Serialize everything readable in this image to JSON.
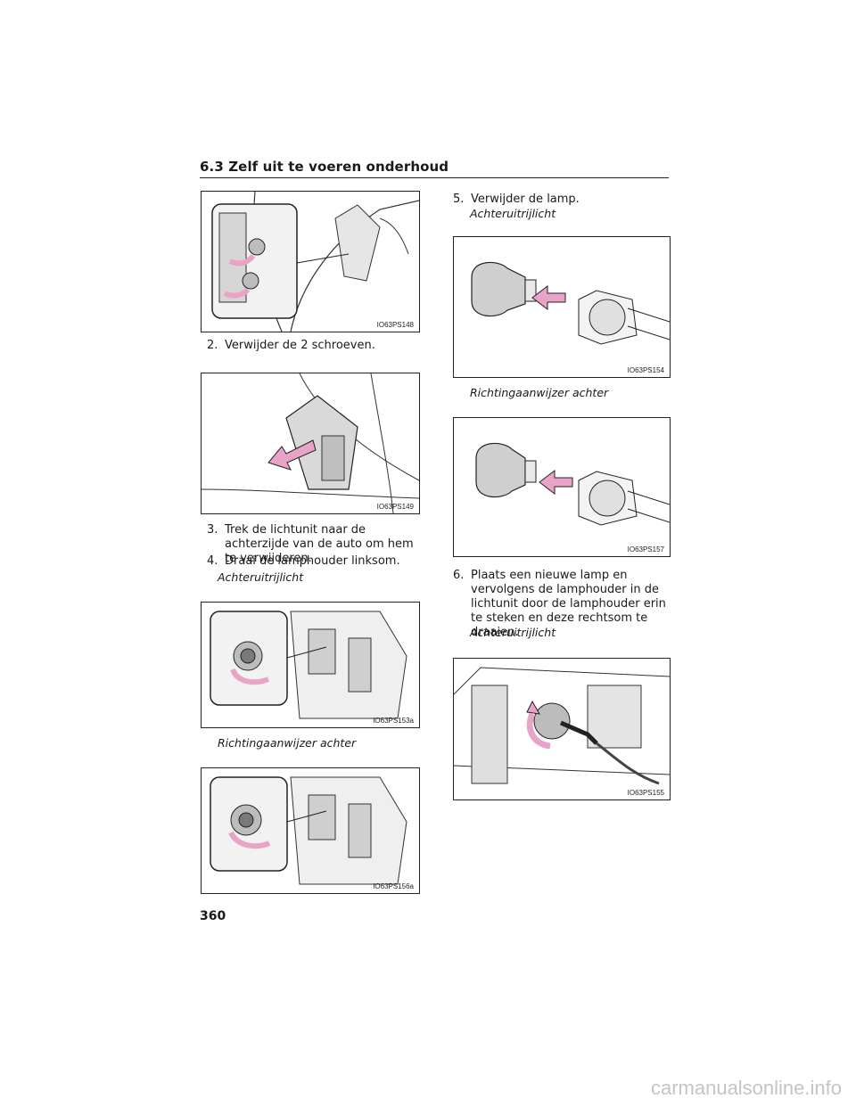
{
  "header": {
    "section_title": "6.3  Zelf uit te voeren onderhoud"
  },
  "figures": {
    "fig148": "IO63PS148",
    "fig149": "IO63PS149",
    "fig153a": "IO63PS153a",
    "fig156a": "IO63PS156a",
    "fig154": "IO63PS154",
    "fig157": "IO63PS157",
    "fig155": "IO63PS155"
  },
  "left": {
    "step2": {
      "num": "2.",
      "text": "Verwijder de 2 schroeven."
    },
    "step3": {
      "num": "3.",
      "text": "Trek de lichtunit naar de achterzijde van de auto om hem te verwijderen."
    },
    "step4": {
      "num": "4.",
      "text": "Draai de lamphouder linksom."
    },
    "sub_reverse": "Achteruitrijlicht",
    "sub_turn": "Richtingaanwijzer achter"
  },
  "right": {
    "step5": {
      "num": "5.",
      "text": "Verwijder de lamp."
    },
    "sub_reverse_1": "Achteruitrijlicht",
    "sub_turn": "Richtingaanwijzer achter",
    "step6": {
      "num": "6.",
      "text": "Plaats een nieuwe lamp en vervolgens de lamphouder in de lichtunit door de lamphouder erin te steken en deze rechtsom te draaien."
    },
    "sub_reverse_2": "Achteruitrijlicht"
  },
  "page_number": "360",
  "watermark": "carmanualsonline.info",
  "colors": {
    "arrow_pink": "#e9a3c9",
    "ink": "#222222"
  }
}
